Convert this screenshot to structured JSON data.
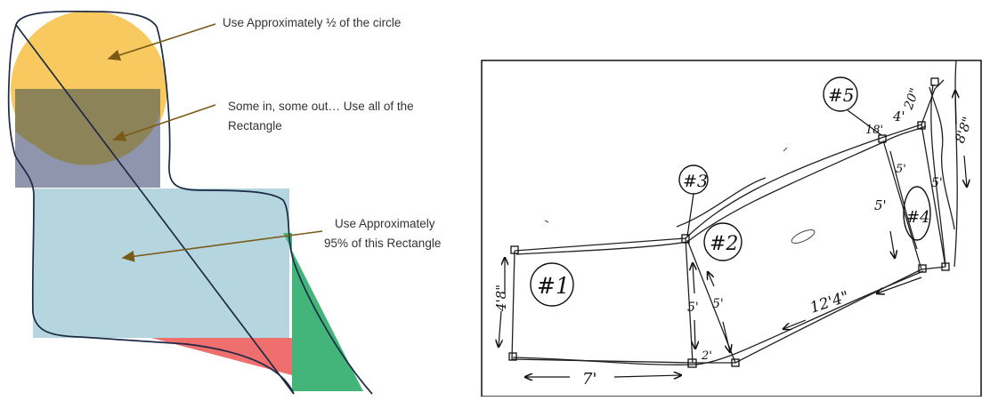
{
  "left_diagram": {
    "annotations": {
      "circle": "Use Approximately ½ of the circle",
      "rect_top_line1": "Some in, some out… Use all of the",
      "rect_top_line2": "Rectangle",
      "rect_big_line1": "Use Approximately",
      "rect_big_line2": "95% of this Rectangle"
    },
    "colors": {
      "circle": "#f7c95e",
      "overlap": "#8c8358",
      "small_rect": "#8f95ad",
      "big_rect": "#b5d5df",
      "red_triangle": "#ef6f6f",
      "green_triangle": "#43b57a",
      "arrow": "#7a5a17",
      "outline": "#1c2a45"
    }
  },
  "right_diagram": {
    "labels": {
      "area1": "#1",
      "area2": "#2",
      "area3": "#3",
      "area4": "#4",
      "area5": "#5"
    },
    "dimensions": {
      "left_height": "4'8\"",
      "bottom_left": "7'",
      "small_bottom": "2'",
      "mid_vertical": "5'",
      "mid_diagonal": "5'",
      "bottom_long": "12'4\"",
      "area4_left": "5'",
      "area4_right": "5'",
      "area4_mid": "5'",
      "top_a": "18'",
      "top_b": "4'",
      "top_c": "20\"",
      "right_side": "8'8\""
    }
  }
}
